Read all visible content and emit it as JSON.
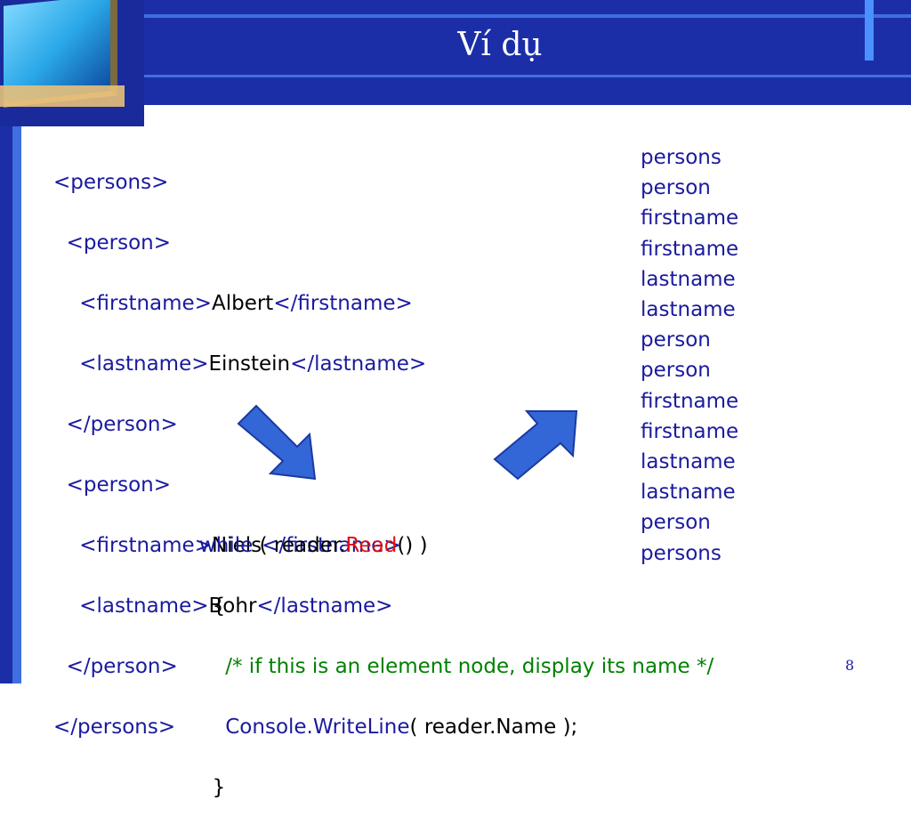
{
  "slide": {
    "title": "Ví dụ",
    "page_number": "8"
  },
  "xml_code": {
    "line1": {
      "tag": "<persons>"
    },
    "line2": {
      "tag": "<person>"
    },
    "line3": {
      "open": "<firstname>",
      "text": "Albert",
      "close": "</firstname>"
    },
    "line4": {
      "open": "<lastname>",
      "text": "Einstein",
      "close": "</lastname>"
    },
    "line5": {
      "tag": "</person>"
    },
    "line6": {
      "tag": "<person>"
    },
    "line7": {
      "open": "<firstname>",
      "text": "Niels",
      "close": "</firstname>"
    },
    "line8": {
      "open": "<lastname>",
      "text": "Bohr",
      "close": "</lastname>"
    },
    "line9": {
      "tag": "</person>"
    },
    "line10": {
      "tag": "</persons>"
    }
  },
  "output_list": [
    "persons",
    "person",
    "firstname",
    "firstname",
    "lastname",
    "lastname",
    "person",
    "person",
    "firstname",
    "firstname",
    "lastname",
    "lastname",
    "person",
    "persons"
  ],
  "cs_code": {
    "while_kw": "while",
    "while_mid": " ( reader.",
    "read_method": "Read",
    "while_end": "() )",
    "open_brace": "{",
    "comment": "/* if this is an element node, display its name */",
    "console": "Console.",
    "writeline": "WriteLine",
    "writeline_args": "( reader.Name );",
    "close_brace": "}"
  },
  "colors": {
    "header_blue": "#1b2ea8",
    "accent_blue": "#3f6fe0",
    "code_blue": "#1a1aa0",
    "code_red": "#e01010",
    "comment_green": "#008000",
    "arrow_fill": "#3366d6"
  },
  "icons": {
    "arrow_down_right": "arrow-down-right-icon",
    "arrow_up_right": "arrow-up-right-icon"
  }
}
